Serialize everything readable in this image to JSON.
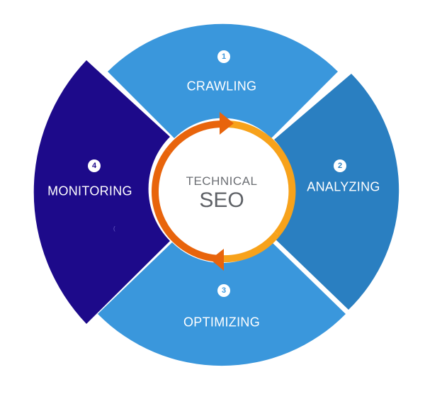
{
  "center": {
    "line1": "TECHNICAL",
    "line2": "SEO"
  },
  "steps": [
    {
      "number": "1",
      "label": "CRAWLING",
      "color": "#3a97dc"
    },
    {
      "number": "2",
      "label": "ANALYZING",
      "color": "#2a7fc1"
    },
    {
      "number": "3",
      "label": "OPTIMIZING",
      "color": "#3a97dc"
    },
    {
      "number": "4",
      "label": "MONITORING",
      "color": "#1d0a8a"
    }
  ],
  "arrow_colors": {
    "orange": "#f7a21b",
    "dark_orange": "#e8640c"
  }
}
